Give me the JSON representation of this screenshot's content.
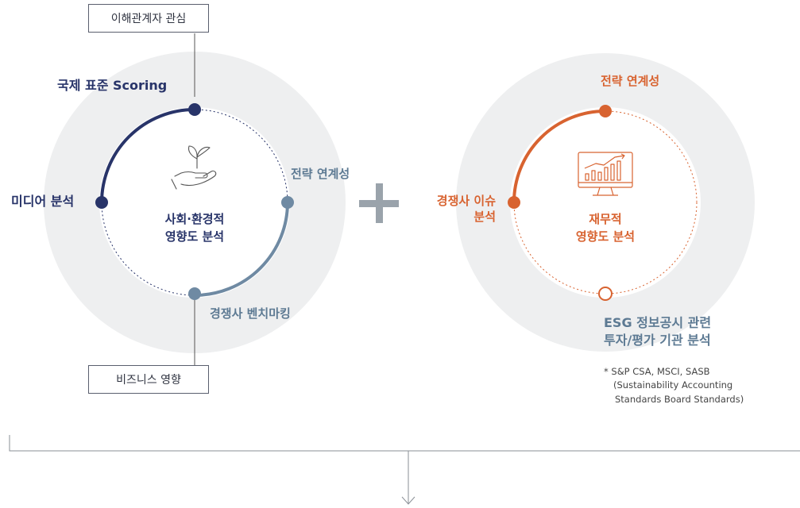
{
  "left": {
    "box_top": "이해관계자 관심",
    "box_bottom": "비즈니스 영향",
    "label_top": "국제 표준 Scoring",
    "label_left": "미디어 분석",
    "label_right": "전략 연계성",
    "label_bottom": "경쟁사 벤치마킹",
    "center_line1": "사회·환경적",
    "center_line2": "영향도 분석"
  },
  "right": {
    "label_top": "전략 연계성",
    "label_left_line1": "경쟁사 이슈",
    "label_left_line2": "분석",
    "label_bottom_line1": "ESG 정보공시 관련",
    "label_bottom_line2": "투자/평가 기관 분석",
    "center_line1": "재무적",
    "center_line2": "영향도 분석",
    "note_line1": "* S&P CSA, MSCI, SASB",
    "note_line2": "(Sustainability Accounting",
    "note_line3": "Standards Board Standards)"
  },
  "colors": {
    "navy": "#283469",
    "steel": "#6f8aa3",
    "orange": "#d86330",
    "ring": "#eeeff0",
    "plus": "#9aa3ab"
  },
  "icons": [
    "plant-in-hand-icon",
    "monitor-chart-icon",
    "plus-icon",
    "down-arrow-icon"
  ]
}
